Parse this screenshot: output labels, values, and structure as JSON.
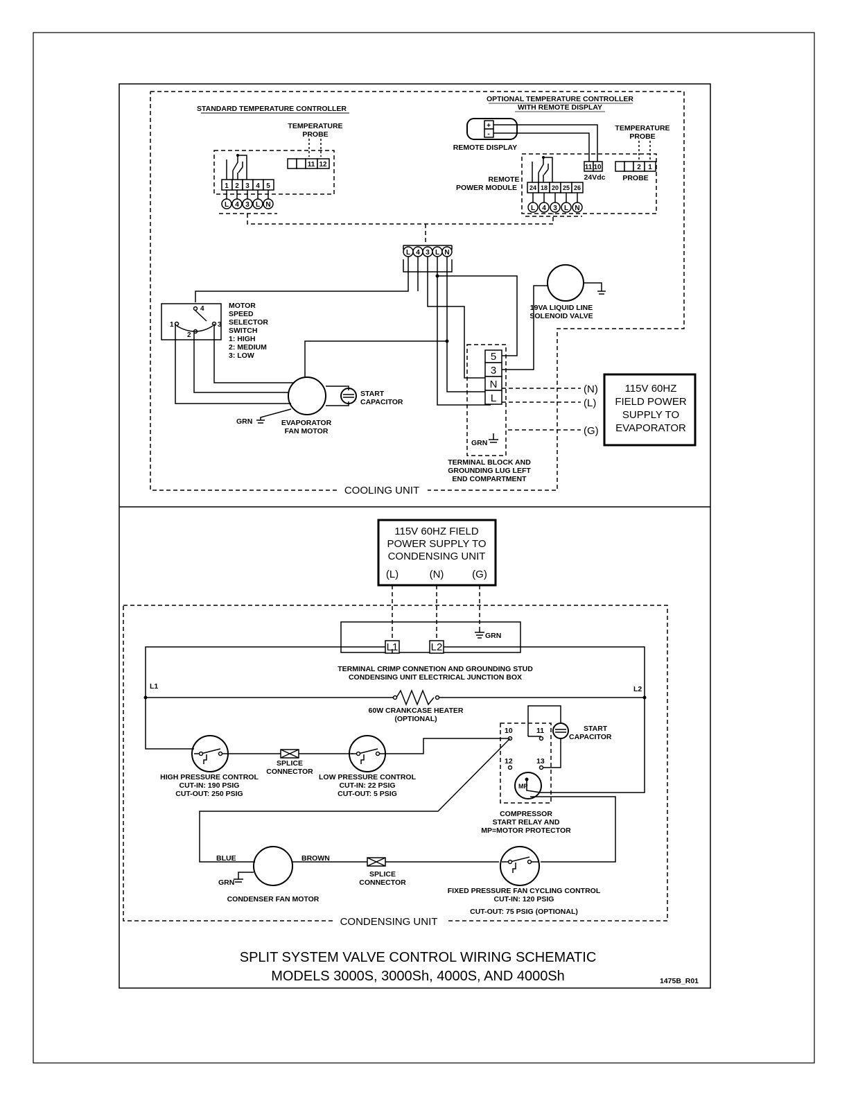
{
  "cooling": {
    "section_label": "COOLING UNIT",
    "std_controller_title": "STANDARD TEMPERATURE CONTROLLER",
    "std_probe_label_1": "TEMPERATURE",
    "std_probe_label_2": "PROBE",
    "std_probe_terminals": [
      "",
      "11",
      "12"
    ],
    "std_terminals": [
      "1",
      "2",
      "3",
      "4",
      "5"
    ],
    "std_wire_ids": [
      "L",
      "4",
      "3",
      "L",
      "N"
    ],
    "opt_title_1": "OPTIONAL TEMPERATURE CONTROLLER",
    "opt_title_2": "WITH REMOTE DISPLAY",
    "remote_display_label": "REMOTE DISPLAY",
    "remote_display_plus": "+",
    "remote_display_minus": "-",
    "opt_probe_label_1": "TEMPERATURE",
    "opt_probe_label_2": "PROBE",
    "opt_probe_terminals": [
      "",
      "2",
      "1"
    ],
    "probe_label": "PROBE",
    "vdc_terminals": [
      "11",
      "10"
    ],
    "vdc_label": "24Vdc",
    "remote_module_label_1": "REMOTE",
    "remote_module_label_2": "POWER MODULE",
    "remote_terminals": [
      "24",
      "18",
      "20",
      "25",
      "26"
    ],
    "remote_wire_ids": [
      "L",
      "4",
      "3",
      "L",
      "N"
    ],
    "hub_wire_ids": [
      "L",
      "4",
      "3",
      "L",
      "N"
    ],
    "motor_switch_labels": [
      "MOTOR",
      "SPEED",
      "SELECTOR",
      "SWITCH",
      "1:  HIGH",
      "2:  MEDIUM",
      "3:  LOW"
    ],
    "switch_pos": [
      "1",
      "2",
      "3",
      "4"
    ],
    "solenoid_label_1": "19VA LIQUID LINE",
    "solenoid_label_2": "SOLENOID VALVE",
    "start_capacitor_1": "START",
    "start_capacitor_2": "CAPACITOR",
    "evap_motor_1": "EVAPORATOR",
    "evap_motor_2": "FAN MOTOR",
    "grn": "GRN",
    "terminal_block": [
      "5",
      "3",
      "N",
      "L"
    ],
    "terminal_block_label": [
      "TERMINAL BLOCK AND",
      "GROUNDING LUG LEFT",
      "END COMPARTMENT"
    ],
    "field_leads": [
      "(N)",
      "(L)",
      "(G)"
    ],
    "field_power": [
      "115V 60HZ",
      "FIELD POWER",
      "SUPPLY TO",
      "EVAPORATOR"
    ]
  },
  "condensing": {
    "section_label": "CONDENSING UNIT",
    "field_power": [
      "115V 60HZ FIELD",
      "POWER SUPPLY TO",
      "CONDENSING UNIT"
    ],
    "field_leads": [
      "(L)",
      "(N)",
      "(G)"
    ],
    "crimp_terminals": [
      "L1",
      "L2"
    ],
    "grn": "GRN",
    "junction_label_1": "TERMINAL CRIMP CONNETION AND GROUNDING STUD",
    "junction_label_2": "CONDENSING UNIT ELECTRICAL JUNCTION BOX",
    "l1": "L1",
    "l2": "L2",
    "heater_1": "60W CRANKCASE HEATER",
    "heater_2": "(OPTIONAL)",
    "relay_terminals": [
      "10",
      "11",
      "12",
      "13"
    ],
    "start_capacitor_1": "START",
    "start_capacitor_2": "CAPACITOR",
    "mp": "MP",
    "hp_control": [
      "HIGH PRESSURE CONTROL",
      "CUT-IN:  190 PSIG",
      "CUT-OUT:  250 PSIG"
    ],
    "splice_1": [
      "SPLICE",
      "CONNECTOR"
    ],
    "lp_control": [
      "LOW PRESSURE CONTROL",
      "CUT-IN:  22 PSIG",
      "CUT-OUT:  5 PSIG"
    ],
    "compressor": [
      "COMPRESSOR",
      "START RELAY AND",
      "MP=MOTOR PROTECTOR"
    ],
    "blue": "BLUE",
    "brown": "BROWN",
    "splice_2": [
      "SPLICE",
      "CONNECTOR"
    ],
    "fan_cycling": [
      "FIXED PRESSURE FAN CYCLING CONTROL",
      "CUT-IN:  120 PSIG",
      "CUT-OUT:  75 PSIG (OPTIONAL)"
    ],
    "condenser_motor": "CONDENSER FAN MOTOR",
    "grn2": "GRN"
  },
  "title_1": "SPLIT SYSTEM VALVE CONTROL WIRING SCHEMATIC",
  "title_2": "MODELS 3000S, 3000Sh, 4000S, AND 4000Sh",
  "drawing_id": "1475B_R01"
}
